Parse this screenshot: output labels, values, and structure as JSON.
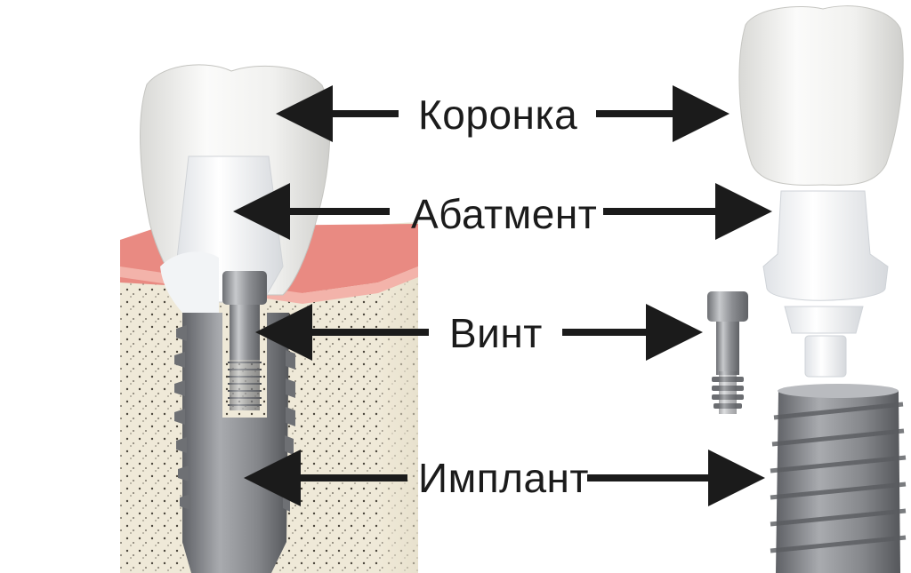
{
  "labels": {
    "crown": "Коронка",
    "abutment": "Абатмент",
    "screw": "Винт",
    "implant": "Имплант"
  },
  "colors": {
    "arrow": "#1b1b1b",
    "gum": "#e98a82",
    "bone": "#efe9d8",
    "crown": "#f3f3f1",
    "abutment": "#f7f8f9",
    "metal": "#8f9195"
  }
}
